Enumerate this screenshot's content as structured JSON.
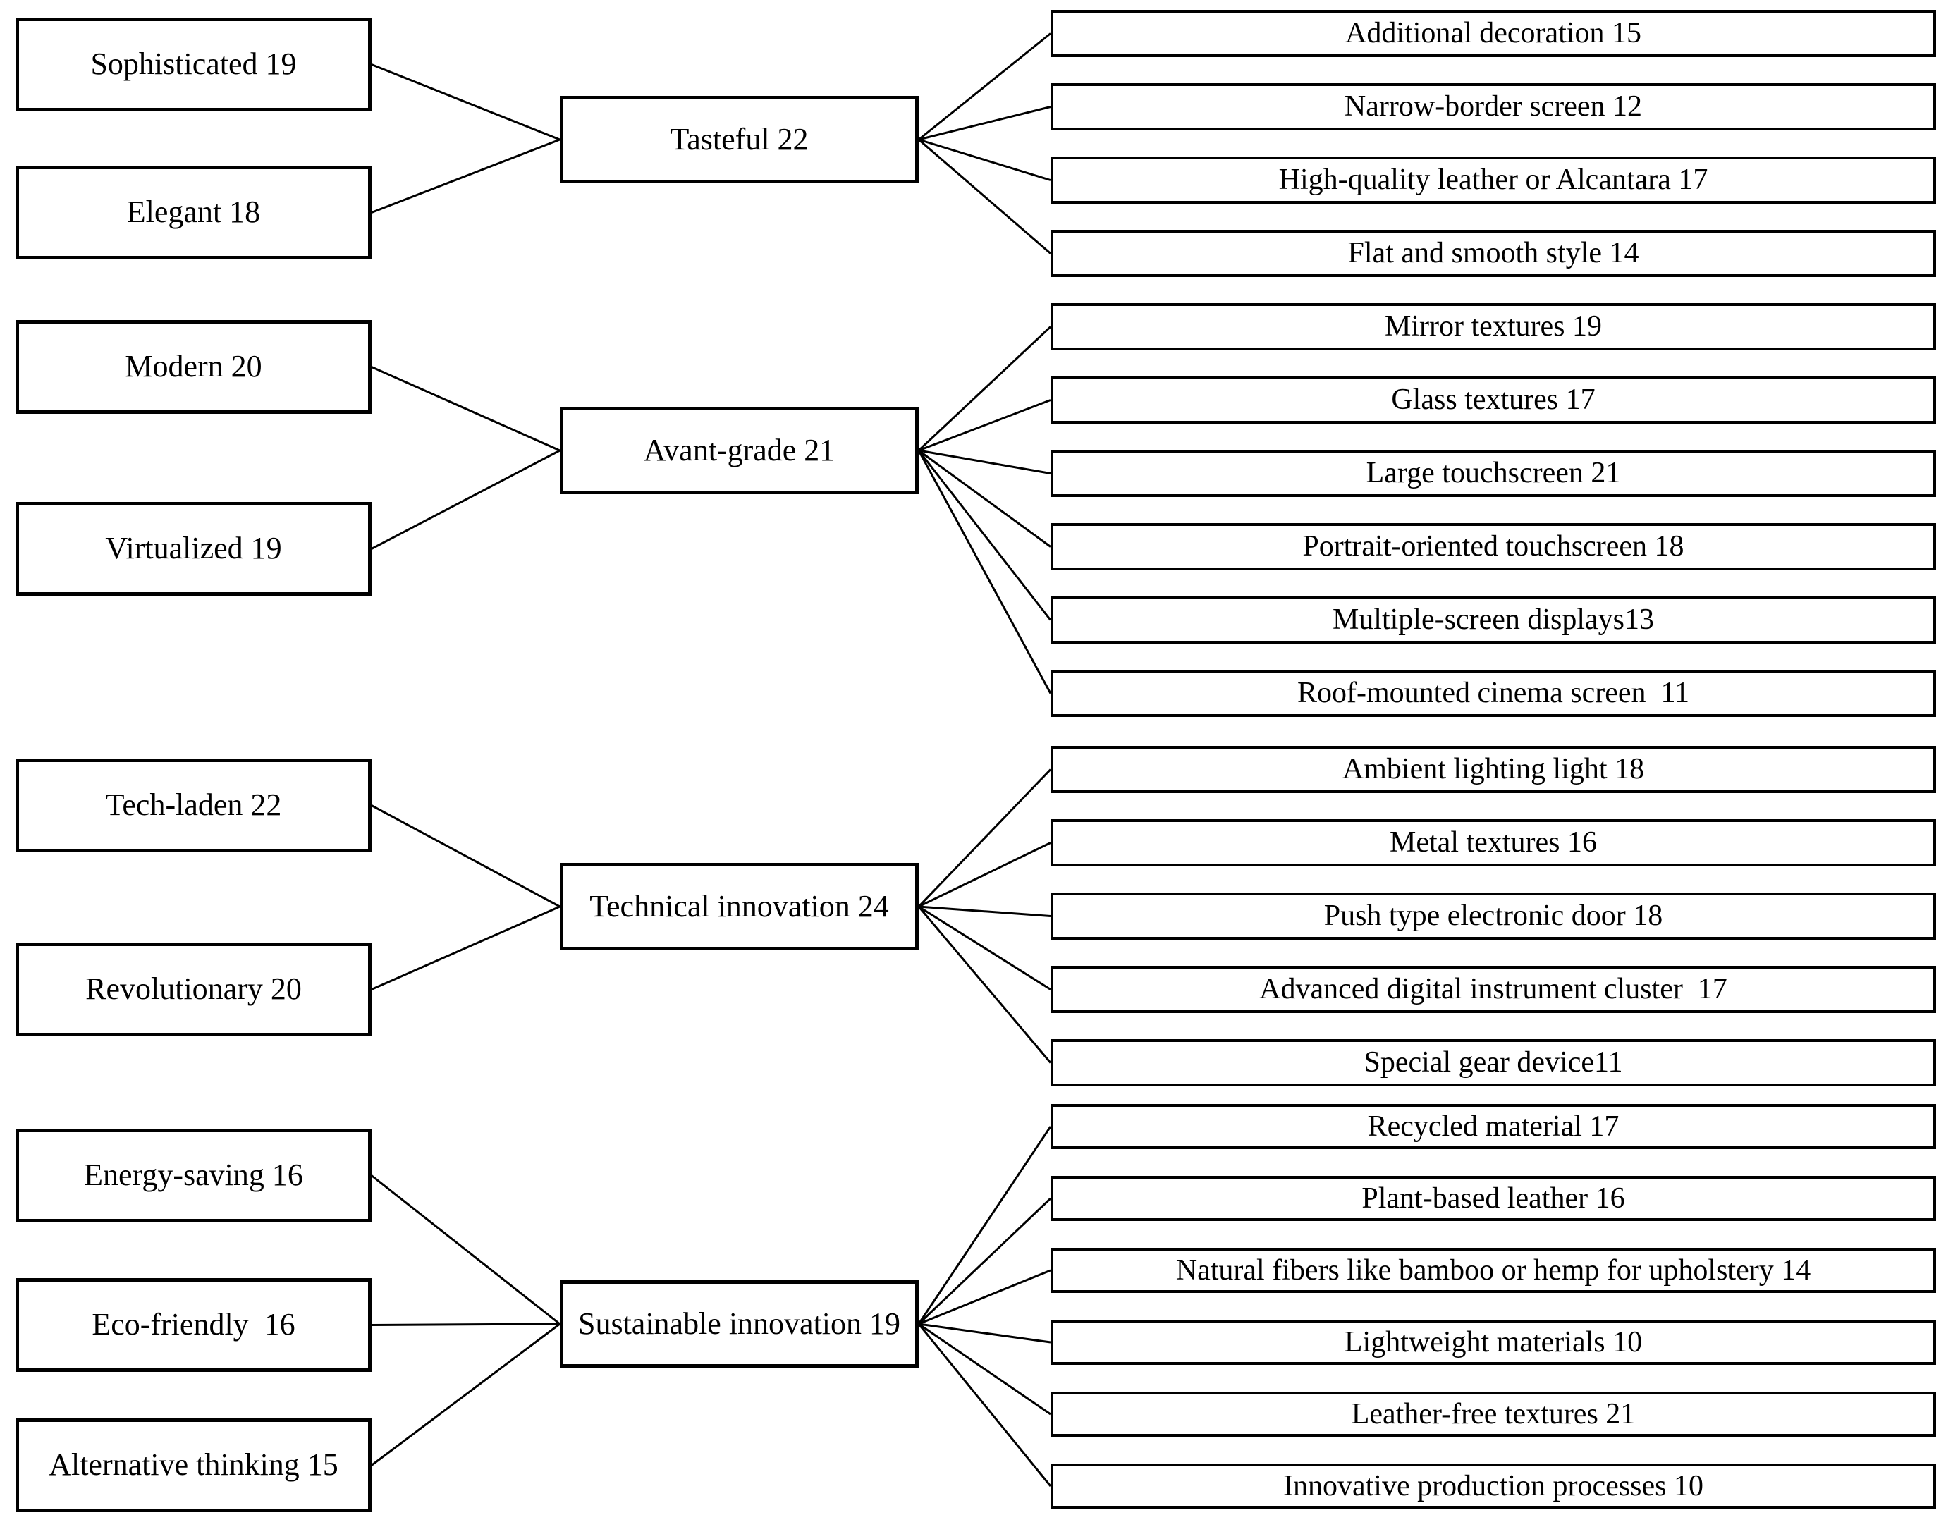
{
  "diagram": {
    "description": "Concept map linking descriptive attributes (left) to design categories (center) and concrete interior features with counts (right)",
    "groups": [
      {
        "left": [
          "Sophisticated 19",
          "Elegant 18"
        ],
        "center": "Tasteful 22",
        "right": [
          "Additional decoration 15",
          "Narrow-border screen 12",
          "High-quality leather or Alcantara 17",
          "Flat and smooth style 14"
        ]
      },
      {
        "left": [
          "Modern 20",
          "Virtualized 19"
        ],
        "center": "Avant-grade 21",
        "right": [
          "Mirror textures 19",
          "Glass textures 17",
          "Large touchscreen 21",
          "Portrait-oriented touchscreen 18",
          "Multiple-screen displays13",
          "Roof-mounted cinema screen  11"
        ]
      },
      {
        "left": [
          "Tech-laden 22",
          "Revolutionary 20"
        ],
        "center": "Technical innovation 24",
        "right": [
          "Ambient lighting light 18",
          "Metal textures 16",
          "Push type electronic door 18",
          "Advanced digital instrument cluster  17",
          "Special gear device11"
        ]
      },
      {
        "left": [
          "Energy-saving 16",
          "Eco-friendly  16",
          "Alternative thinking 15"
        ],
        "center": "Sustainable innovation 19",
        "right": [
          "Recycled material 17",
          "Plant-based leather 16",
          "Natural fibers like bamboo or hemp for upholstery 14",
          "Lightweight materials 10",
          "Leather-free textures 21",
          "Innovative production processes 10"
        ]
      }
    ],
    "colors": {
      "background": "#ffffff",
      "box_border": "#000000",
      "text": "#000000",
      "connector_line": "#000000"
    }
  }
}
